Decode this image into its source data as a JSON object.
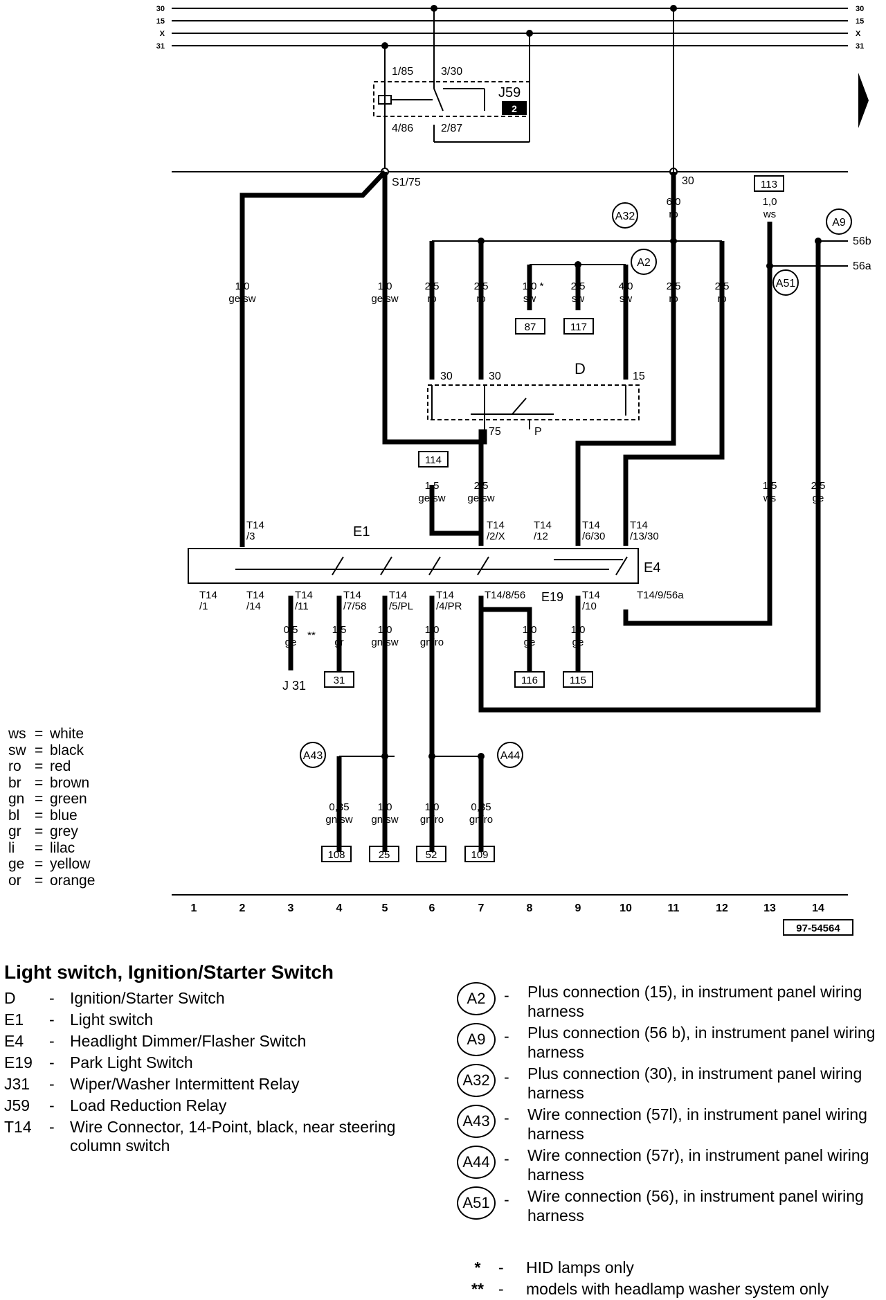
{
  "bus_lines": [
    "30",
    "15",
    "X",
    "31"
  ],
  "relay": {
    "name": "J59",
    "badge": "2",
    "pins": [
      "1/85",
      "3/30",
      "4/86",
      "2/87"
    ]
  },
  "node_labels": {
    "s175": "S1/75",
    "t30": "30",
    "d_pin30a": "30",
    "d_pin30b": "30",
    "d_pin15": "15",
    "d_pin75": "75",
    "d_pinP": "P",
    "d_name": "D",
    "e1_name": "E1",
    "e4_name": "E4",
    "e19_name": "E19",
    "j31": "J 31",
    "bus56b": "56b",
    "bus56a": "56a"
  },
  "connector_circles": [
    "A32",
    "A2",
    "A9",
    "A51",
    "A43",
    "A44"
  ],
  "wires_upper": [
    {
      "size": "1,0",
      "color": "ge/sw"
    },
    {
      "size": "1,0",
      "color": "ge/sw"
    },
    {
      "size": "2,5",
      "color": "ro"
    },
    {
      "size": "2,5",
      "color": "ro"
    },
    {
      "size": "1,0 *",
      "color": "sw"
    },
    {
      "size": "2,5",
      "color": "sw"
    },
    {
      "size": "4,0",
      "color": "sw"
    },
    {
      "size": "2,5",
      "color": "ro"
    },
    {
      "size": "2,5",
      "color": "ro"
    },
    {
      "size": "6,0",
      "color": "ro"
    },
    {
      "size": "1,0",
      "color": "ws"
    }
  ],
  "wires_mid": [
    {
      "size": "1,5",
      "color": "ge/sw"
    },
    {
      "size": "2,5",
      "color": "ge/sw"
    },
    {
      "size": "1,5",
      "color": "ws"
    },
    {
      "size": "2,5",
      "color": "ge"
    }
  ],
  "wires_lower": [
    {
      "size": "0,5",
      "color": "ge",
      "note": "**"
    },
    {
      "size": "1,5",
      "color": "gr"
    },
    {
      "size": "1,0",
      "color": "gn/sw"
    },
    {
      "size": "1,0",
      "color": "gn/ro"
    },
    {
      "size": "1,0",
      "color": "ge"
    },
    {
      "size": "1,0",
      "color": "ge"
    }
  ],
  "wires_bottom": [
    {
      "size": "0,35",
      "color": "gn/sw"
    },
    {
      "size": "1,0",
      "color": "gn/sw"
    },
    {
      "size": "1,0",
      "color": "gn/ro"
    },
    {
      "size": "0,35",
      "color": "gn/ro"
    }
  ],
  "ref_boxes": [
    "113",
    "87",
    "117",
    "114",
    "31",
    "116",
    "115",
    "108",
    "25",
    "52",
    "109"
  ],
  "t14_upper": [
    [
      "T14",
      "/3"
    ],
    [
      "T14",
      "/2/X"
    ],
    [
      "T14",
      "/12"
    ],
    [
      "T14",
      "/6/30"
    ],
    [
      "T14",
      "/13/30"
    ]
  ],
  "t14_lower": [
    [
      "T14",
      "/1"
    ],
    [
      "T14",
      "/14"
    ],
    [
      "T14",
      "/11"
    ],
    [
      "T14",
      "/7/58"
    ],
    [
      "T14",
      "/5/PL"
    ],
    [
      "T14",
      "/4/PR"
    ],
    [
      "T14/8/56",
      ""
    ],
    [
      "T14",
      "/10"
    ],
    [
      "T14/9/56a",
      ""
    ]
  ],
  "scale": [
    "1",
    "2",
    "3",
    "4",
    "5",
    "6",
    "7",
    "8",
    "9",
    "10",
    "11",
    "12",
    "13",
    "14"
  ],
  "diagram_code": "97-54564",
  "legend": [
    {
      "code": "ws",
      "name": "white"
    },
    {
      "code": "sw",
      "name": "black"
    },
    {
      "code": "ro",
      "name": "red"
    },
    {
      "code": "br",
      "name": "brown"
    },
    {
      "code": "gn",
      "name": "green"
    },
    {
      "code": "bl",
      "name": "blue"
    },
    {
      "code": "gr",
      "name": "grey"
    },
    {
      "code": "li",
      "name": "lilac"
    },
    {
      "code": "ge",
      "name": "yellow"
    },
    {
      "code": "or",
      "name": "orange"
    }
  ],
  "title": "Light switch, Ignition/Starter Switch",
  "components": [
    {
      "code": "D",
      "desc": "Ignition/Starter Switch"
    },
    {
      "code": "E1",
      "desc": "Light switch"
    },
    {
      "code": "E4",
      "desc": "Headlight Dimmer/Flasher Switch"
    },
    {
      "code": "E19",
      "desc": "Park Light Switch"
    },
    {
      "code": "J31",
      "desc": "Wiper/Washer Intermittent Relay"
    },
    {
      "code": "J59",
      "desc": "Load Reduction Relay"
    },
    {
      "code": "T14",
      "desc": "Wire Connector, 14-Point, black, near steering column switch"
    }
  ],
  "connections": [
    {
      "code": "A2",
      "desc": "Plus connection (15), in instrument panel wiring harness"
    },
    {
      "code": "A9",
      "desc": "Plus connection (56 b), in instrument panel wiring harness"
    },
    {
      "code": "A32",
      "desc": "Plus connection (30), in instrument panel wiring harness"
    },
    {
      "code": "A43",
      "desc": "Wire connection (57l), in instrument panel wiring harness"
    },
    {
      "code": "A44",
      "desc": "Wire connection (57r), in instrument panel wiring harness"
    },
    {
      "code": "A51",
      "desc": "Wire connection (56), in instrument panel wiring harness"
    }
  ],
  "notes": [
    {
      "symbol": "*",
      "desc": "HID lamps only"
    },
    {
      "symbol": "**",
      "desc": "models with headlamp washer system only"
    }
  ]
}
